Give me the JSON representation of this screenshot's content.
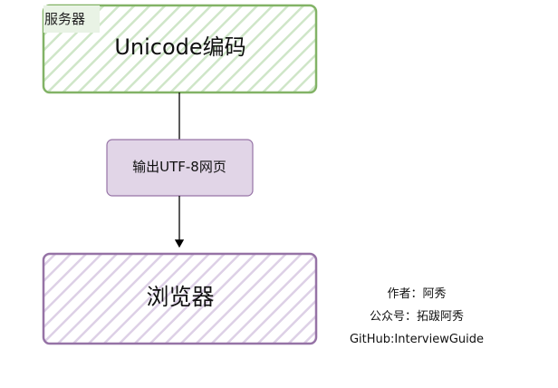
{
  "nodes": {
    "server": {
      "tag": "服务器",
      "title": "Unicode编码"
    },
    "output": {
      "label": "输出UTF-8网页"
    },
    "browser": {
      "title": "浏览器"
    }
  },
  "credits": {
    "author": "作者：阿秀",
    "account": "公众号：拓跋阿秀",
    "github": "GitHub:InterviewGuide"
  },
  "colors": {
    "server_stroke": "#82b366",
    "server_hatch": "#d5e8d4",
    "output_fill": "#e1d5e7",
    "output_stroke": "#9673a6",
    "browser_stroke": "#9673a6",
    "browser_hatch": "#e1d5e7",
    "connector": "#000000"
  }
}
